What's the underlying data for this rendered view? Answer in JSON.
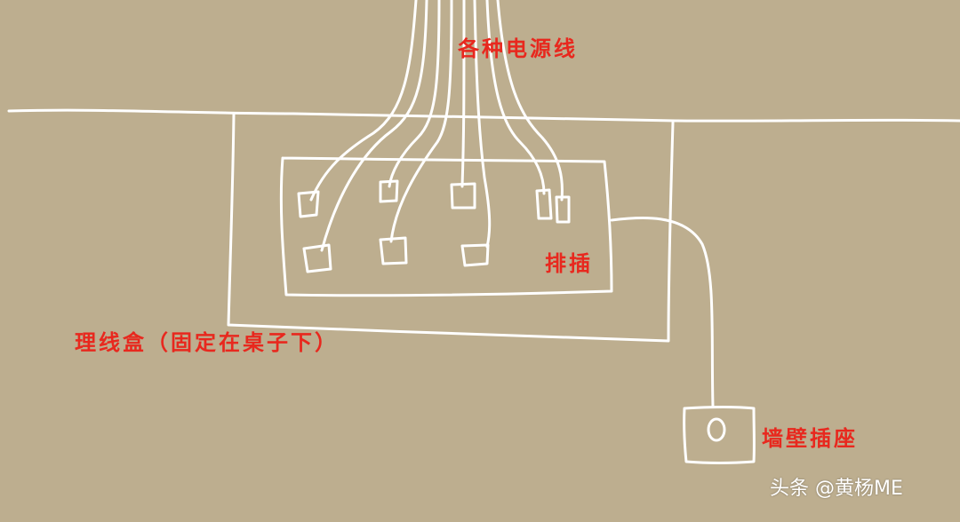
{
  "labels": {
    "power_cords": "各种电源线",
    "power_strip": "排插",
    "cable_box": "理线盒（固定在桌子下）",
    "wall_socket": "墙壁插座"
  },
  "watermark": "头条 @黄杨ME",
  "colors": {
    "background": "#bdae8f",
    "line": "#ffffff",
    "label": "#e8281e"
  }
}
